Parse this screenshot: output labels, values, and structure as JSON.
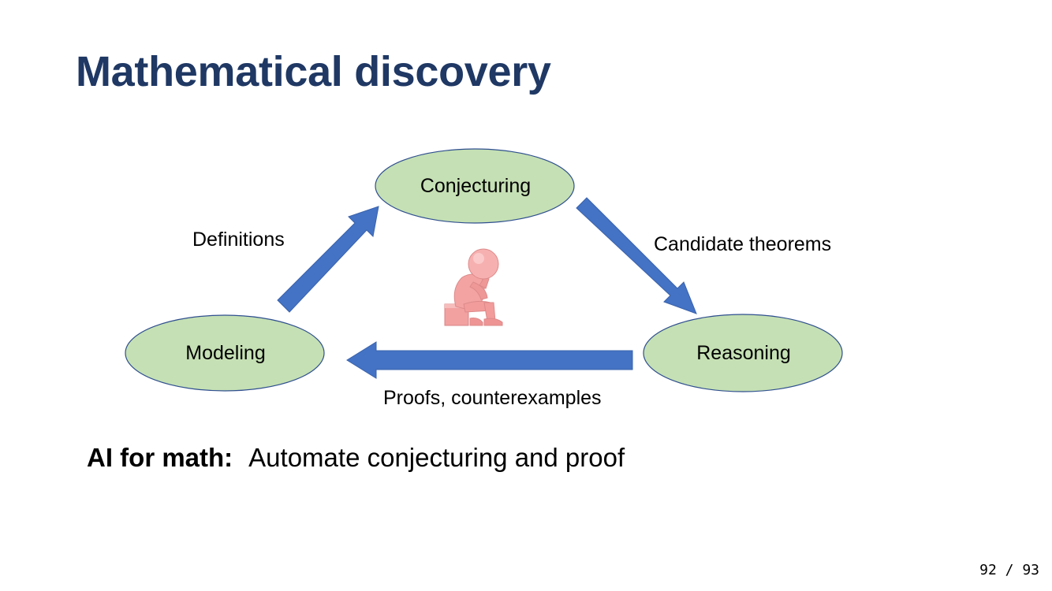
{
  "slide": {
    "title": "Mathematical discovery",
    "page_number": "92 / 93"
  },
  "diagram": {
    "nodes": {
      "conjecturing": "Conjecturing",
      "modeling": "Modeling",
      "reasoning": "Reasoning"
    },
    "edges": {
      "modeling_to_conjecturing": "Definitions",
      "conjecturing_to_reasoning": "Candidate theorems",
      "reasoning_to_modeling": "Proofs, counterexamples"
    },
    "illustration": "thinking-figure-icon"
  },
  "summary": {
    "lead": "AI for math:",
    "text": "Automate conjecturing and proof"
  },
  "colors": {
    "title": "#1f3864",
    "node_fill": "#c5e0b4",
    "node_stroke": "#2f4f8f",
    "arrow": "#4472c4",
    "figure": "#f4a3a3"
  }
}
